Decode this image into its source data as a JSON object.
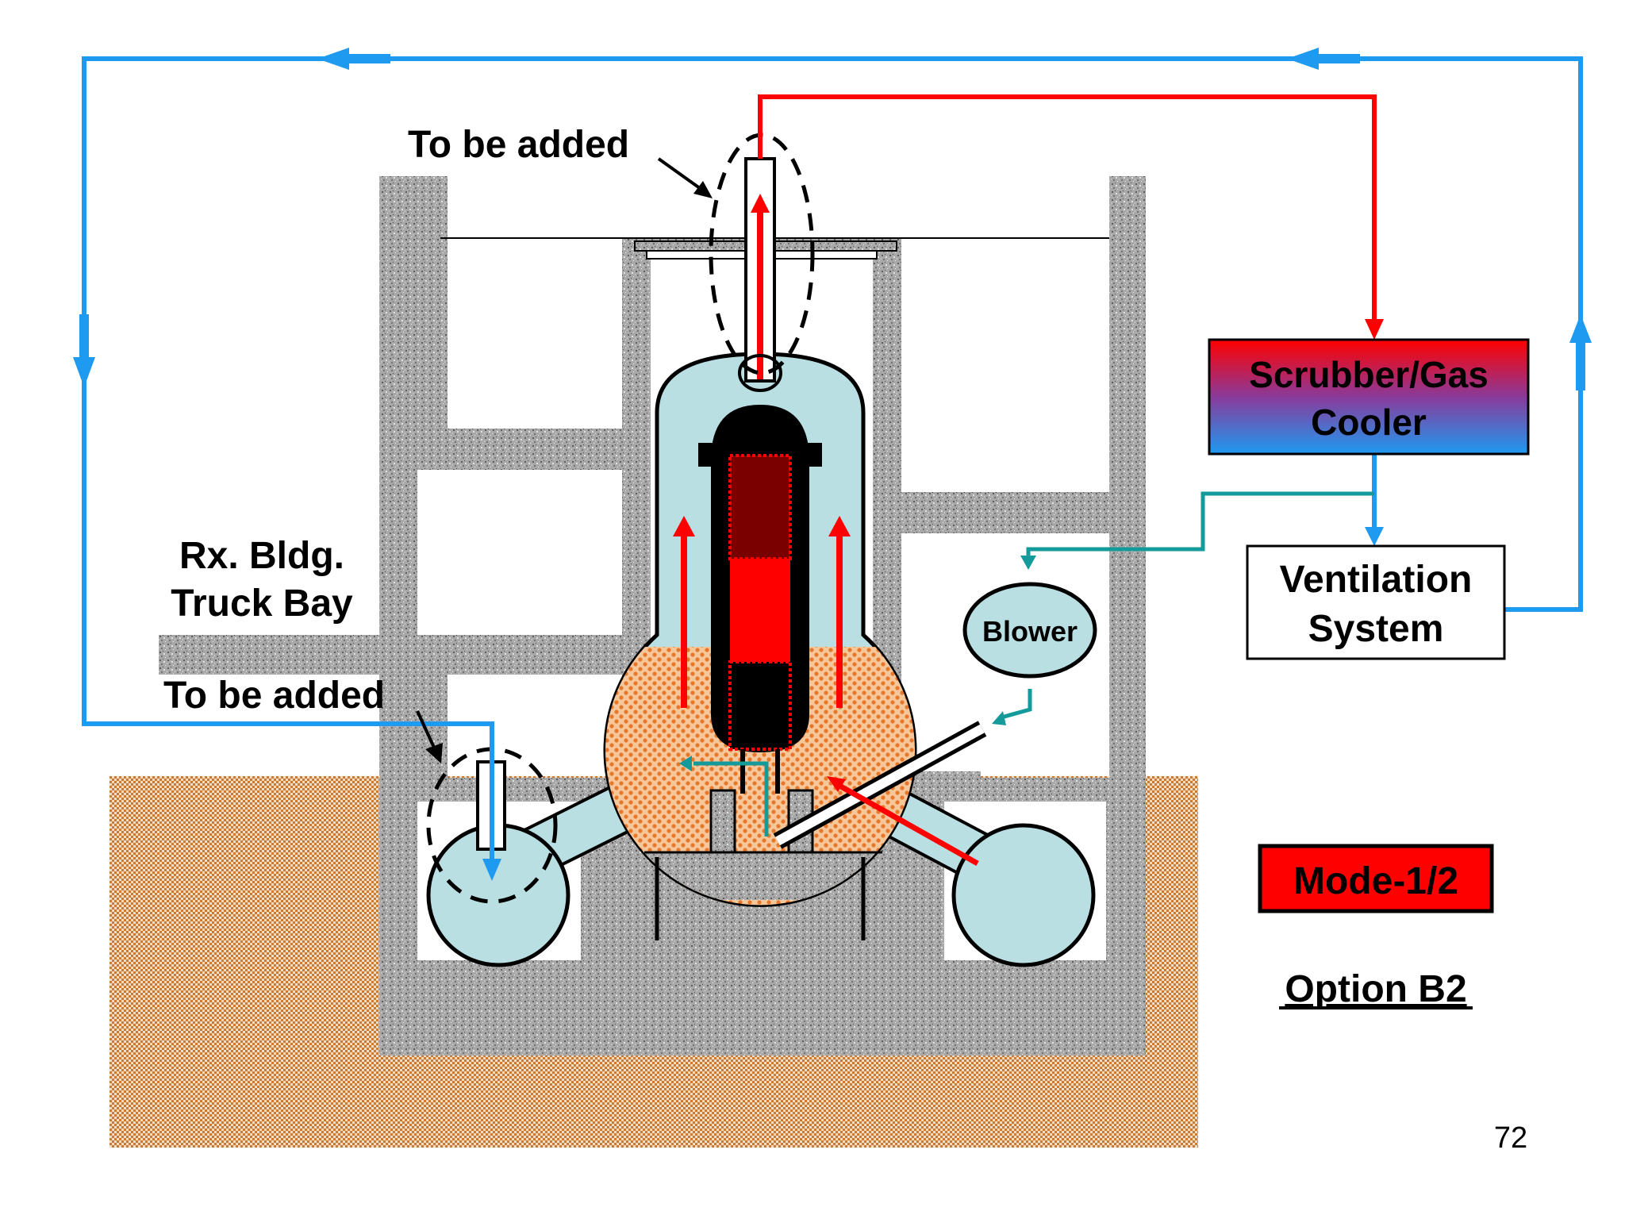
{
  "labels": {
    "to_be_added_top": "To be added",
    "to_be_added_left": "To be added",
    "rx_bldg_line1": "Rx. Bldg.",
    "rx_bldg_line2": "Truck Bay",
    "scrubber_line1": "Scrubber/Gas",
    "scrubber_line2": "Cooler",
    "ventilation_line1": "Ventilation",
    "ventilation_line2": "System",
    "blower": "Blower",
    "mode": "Mode-1/2",
    "option": "Option B2",
    "page_number": "72"
  },
  "colors": {
    "air_flow": "#1e9af0",
    "hot_gas_flow": "#ff0000",
    "recirculation_flow": "#149a9a",
    "concrete": "#a9a9a9",
    "soil": "#d6a35c",
    "vessel_gas_space": "#b9dfe3",
    "debris_water": "#e8863c",
    "mode_box": "#ff0000"
  }
}
